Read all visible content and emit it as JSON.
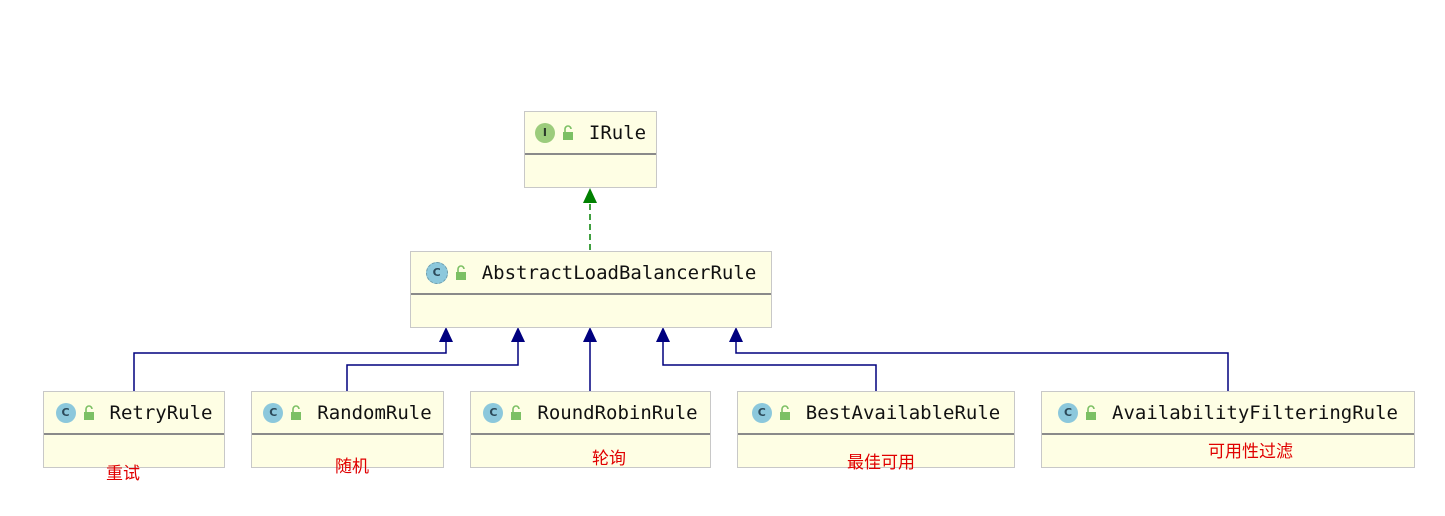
{
  "nodes": {
    "irule": {
      "name": "IRule",
      "kind": "I"
    },
    "abstract": {
      "name": "AbstractLoadBalancerRule",
      "kind": "C"
    },
    "retry": {
      "name": "RetryRule",
      "kind": "C",
      "note": "重试"
    },
    "random": {
      "name": "RandomRule",
      "kind": "C",
      "note": "随机"
    },
    "roundrobin": {
      "name": "RoundRobinRule",
      "kind": "C",
      "note": "轮询"
    },
    "best": {
      "name": "BestAvailableRule",
      "kind": "C",
      "note": "最佳可用"
    },
    "availability": {
      "name": "AvailabilityFilteringRule",
      "kind": "C",
      "note": "可用性过滤"
    }
  },
  "colors": {
    "box_fill": "#fefee4",
    "inherit_line": "#00007f",
    "implements_line": "#008000",
    "note_text": "#e00000"
  },
  "icons": {
    "interface_badge": "interface-icon",
    "class_badge": "class-icon",
    "visibility": "unlocked-icon"
  }
}
